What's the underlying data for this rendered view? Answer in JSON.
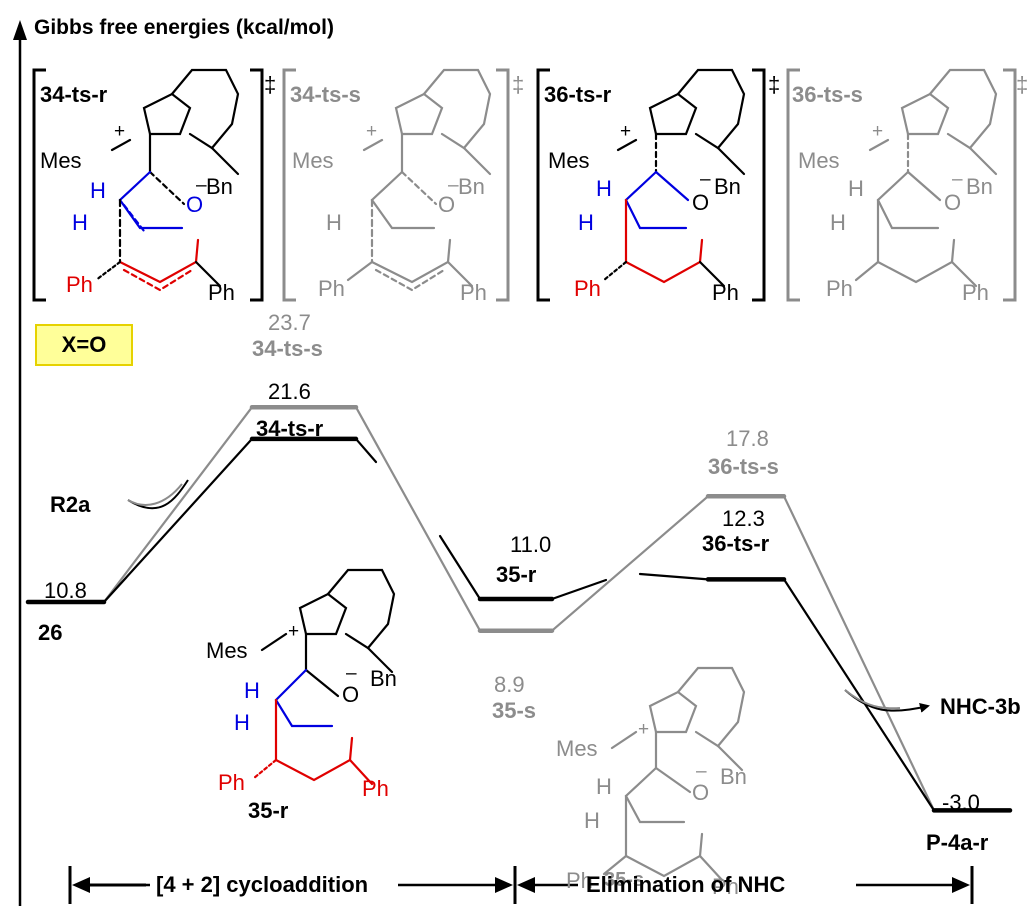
{
  "axis": {
    "title": "Gibbs free energies (kcal/mol)"
  },
  "condition": "X=O",
  "colors": {
    "main": "#000000",
    "alt": "#8c8c8c",
    "red": "#e00000",
    "blue": "#0000e0",
    "highlight": "#ffff99"
  },
  "structures": {
    "ts1": {
      "label": "34-ts-r",
      "sup": "‡",
      "mes": "Mes",
      "bn": "Bn",
      "ph1": "Ph",
      "ph2": "Ph",
      "plus": "+",
      "minus": "–",
      "o_anion": "O",
      "h1": "H",
      "h2": "H"
    },
    "ts2": {
      "label": "34-ts-s",
      "sup": "‡",
      "mes": "Mes",
      "bn": "Bn",
      "ph1": "Ph",
      "ph2": "Ph",
      "plus": "+",
      "minus": "–",
      "o_anion": "O",
      "h1": "H"
    },
    "ts3": {
      "label": "36-ts-r",
      "sup": "‡",
      "mes": "Mes",
      "bn": "Bn",
      "ph1": "Ph",
      "ph2": "Ph",
      "plus": "+",
      "minus": "–",
      "o_anion": "O",
      "h1": "H",
      "h2": "H"
    },
    "ts4": {
      "label": "36-ts-s",
      "sup": "‡",
      "mes": "Mes",
      "bn": "Bn",
      "ph1": "Ph",
      "ph2": "Ph",
      "plus": "+",
      "minus": "–",
      "o_anion": "O",
      "h1": "H",
      "h2": "H"
    },
    "int_r": {
      "label": "35-r",
      "mes": "Mes",
      "bn": "Bn",
      "ph1": "Ph",
      "ph2": "Ph",
      "plus": "+",
      "minus": "–",
      "o_anion": "O",
      "h1": "H",
      "h2": "H"
    },
    "int_s": {
      "label": "35-s",
      "mes": "Mes",
      "bn": "Bn",
      "ph1": "Ph",
      "ph2": "Ph",
      "plus": "+",
      "minus": "–",
      "o_anion": "O",
      "h1": "H",
      "h2": "H"
    }
  },
  "profile": {
    "levels": [
      {
        "id": "26",
        "label": "26",
        "energy": "10.8",
        "color": "main"
      },
      {
        "id": "34-ts-s",
        "label": "34-ts-s",
        "energy": "23.7",
        "color": "alt"
      },
      {
        "id": "34-ts-r",
        "label": "34-ts-r",
        "energy": "21.6",
        "color": "main"
      },
      {
        "id": "35-r",
        "label": "35-r",
        "energy": "11.0",
        "color": "main"
      },
      {
        "id": "35-s",
        "label": "35-s",
        "energy": "8.9",
        "color": "alt"
      },
      {
        "id": "36-ts-s",
        "label": "36-ts-s",
        "energy": "17.8",
        "color": "alt"
      },
      {
        "id": "36-ts-r",
        "label": "36-ts-r",
        "energy": "12.3",
        "color": "main"
      },
      {
        "id": "P-4a-r",
        "label": "P-4a-r",
        "energy": "-3.0",
        "color": "main"
      }
    ],
    "reagent_in": "R2a",
    "reagent_out": "NHC-3b"
  },
  "stages": [
    {
      "label": "[4 + 2] cycloaddition"
    },
    {
      "label": "Elimination of NHC"
    }
  ]
}
